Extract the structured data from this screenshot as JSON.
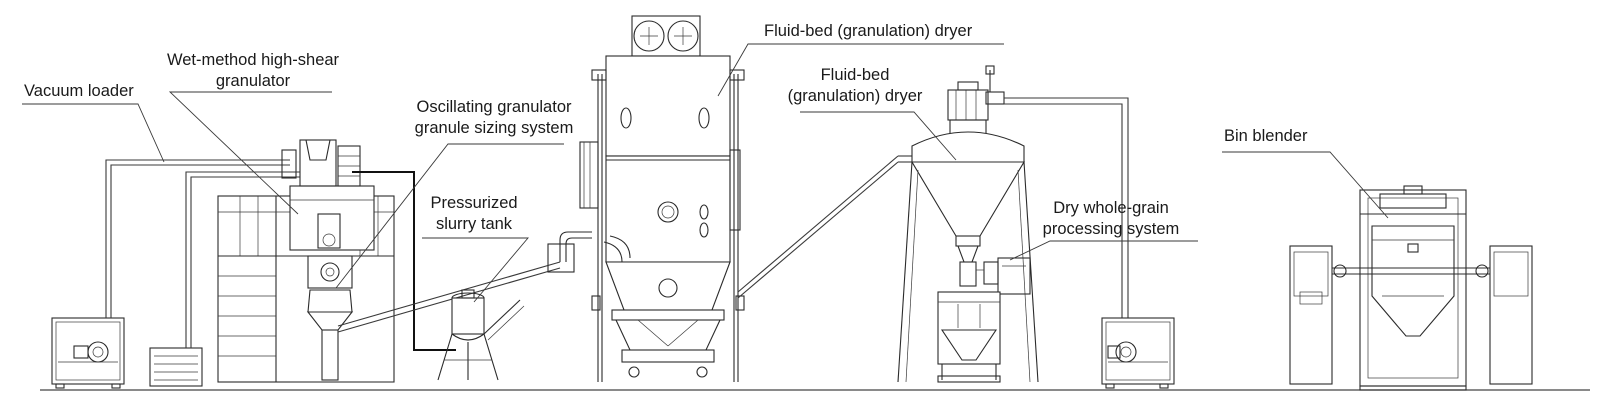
{
  "labels": {
    "vacuum_loader": "Vacuum loader",
    "granulator_line1": "Wet-method high-shear",
    "granulator_line2": "granulator",
    "oscillating_line1": "Oscillating granulator",
    "oscillating_line2": "granule sizing system",
    "slurry_line1": "Pressurized",
    "slurry_line2": "slurry tank",
    "fluid_bed_top": "Fluid-bed (granulation) dryer",
    "fluid_bed_line1": "Fluid-bed",
    "fluid_bed_line2": "(granulation) dryer",
    "dry_grain_line1": "Dry whole-grain",
    "dry_grain_line2": "processing system",
    "bin_blender": "Bin blender"
  }
}
